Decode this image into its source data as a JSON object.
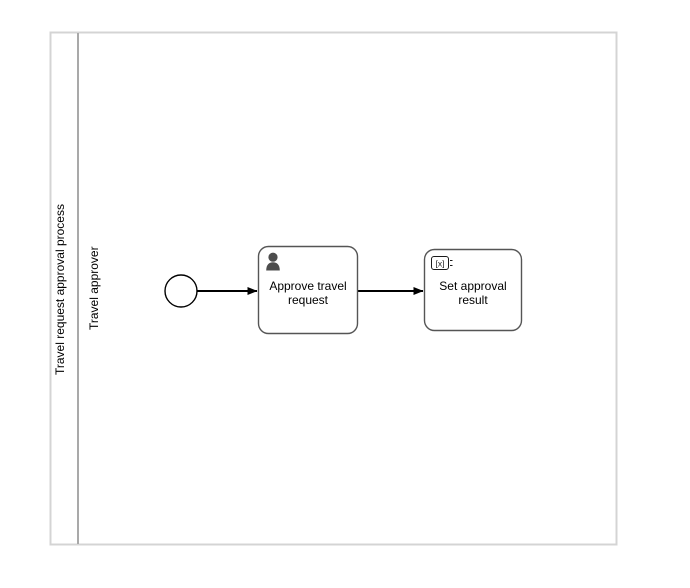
{
  "diagram": {
    "type": "bpmn-process-diagram",
    "background_color": "#ffffff",
    "pool": {
      "name": "Travel request approval process",
      "border_color": "#d0d0d0",
      "header_divider_color": "#a8a8a8"
    },
    "lane": {
      "name": "Travel approver"
    },
    "elements": [
      {
        "id": "start-event",
        "kind": "start-event",
        "label": "",
        "icon": "circle-outline-icon"
      },
      {
        "id": "task-approve-travel-request",
        "kind": "user-task",
        "label": "Approve travel request",
        "line1": "Approve travel",
        "line2": "request",
        "icon": "user-task-person-icon",
        "icon_color": "#4d4d4d"
      },
      {
        "id": "task-set-approval-result",
        "kind": "script-task",
        "label": "Set approval result",
        "line1": "Set approval",
        "line2": "result",
        "icon": "script-task-variable-icon",
        "icon_text": "[x]=",
        "icon_color": "#1a1a1a"
      }
    ],
    "connections": [
      {
        "id": "flow-start-to-approve",
        "kind": "sequence-flow",
        "from": "start-event",
        "to": "task-approve-travel-request",
        "label": ""
      },
      {
        "id": "flow-approve-to-set-result",
        "kind": "sequence-flow",
        "from": "task-approve-travel-request",
        "to": "task-set-approval-result",
        "label": ""
      }
    ],
    "colors": {
      "shape_stroke": "#4d4d4d",
      "shape_fill": "#ffffff",
      "flow_stroke": "#000000",
      "text": "#000000"
    }
  }
}
